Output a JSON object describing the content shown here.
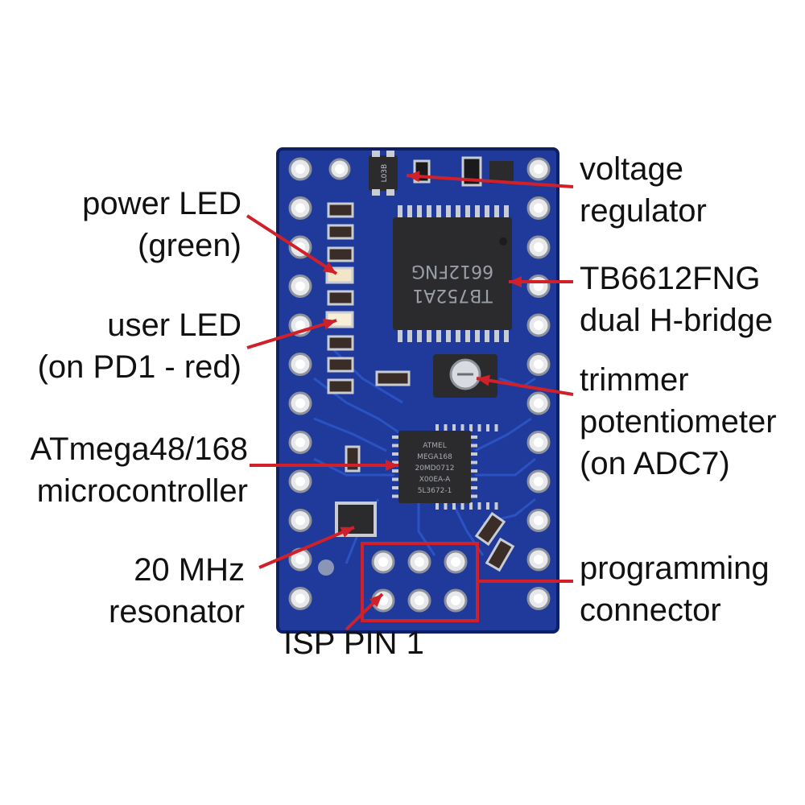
{
  "colors": {
    "board": "#1f3a9a",
    "board_edge": "#0f1f66",
    "trace": "#2d55c8",
    "pad": "#d9dbe0",
    "chip": "#2b2b2e",
    "pin": "#c9ccd2",
    "callout_line": "#d0202a",
    "label_text": "#111111"
  },
  "chips": {
    "motor_driver_line1": "TB752A1",
    "motor_driver_line2": "6612FNG",
    "mcu_lines": [
      "ATMEL",
      "MEGA168",
      "20MD0712",
      "X00EA-A",
      "5L3672-1"
    ],
    "regulator_marking": "L03B"
  },
  "labels": {
    "power_led": [
      "power LED",
      "(green)"
    ],
    "user_led": [
      "user LED",
      "(on PD1 - red)"
    ],
    "mcu": [
      "ATmega48/168",
      "microcontroller"
    ],
    "resonator": [
      "20 MHz",
      "resonator"
    ],
    "isp_pin1": "ISP PIN 1",
    "regulator": [
      "voltage",
      "regulator"
    ],
    "hbridge": [
      "TB6612FNG",
      "dual H-bridge"
    ],
    "trimmer": [
      "trimmer",
      "potentiometer",
      "(on ADC7)"
    ],
    "prog_connector": [
      "programming",
      "connector"
    ]
  }
}
